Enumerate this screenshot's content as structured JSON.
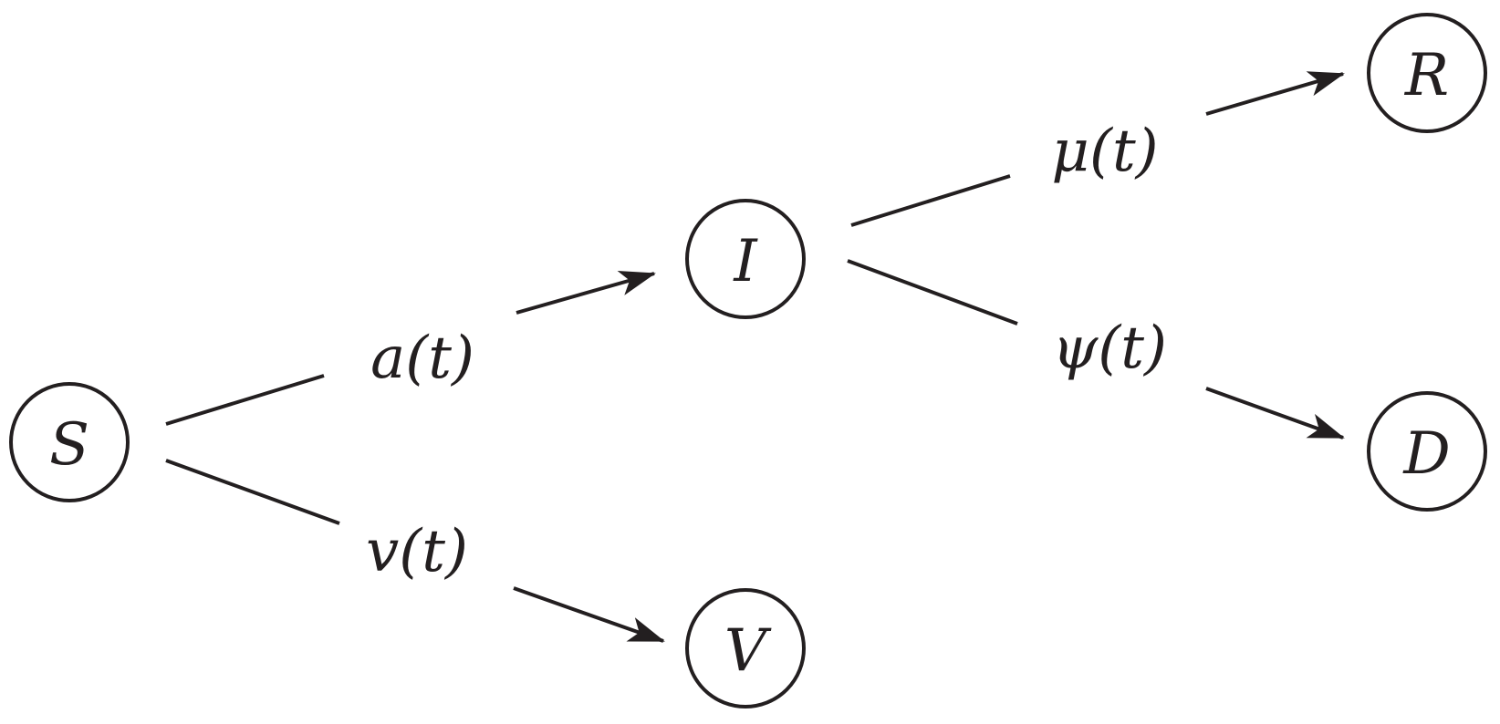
{
  "nodes": {
    "S": "S",
    "I": "I",
    "V": "V",
    "R": "R",
    "D": "D"
  },
  "rates": {
    "infection": "a(t)",
    "vaccination": "v(t)",
    "recovery": "μ(t)",
    "death": "ψ(t)"
  },
  "colors": {
    "stroke": "#231f20",
    "background": "#ffffff"
  }
}
